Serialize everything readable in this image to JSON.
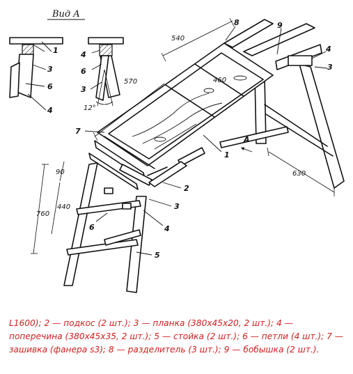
{
  "diagram": {
    "view_title": "Вид A",
    "view_arrow_label": "A",
    "dimensions": {
      "top_width": "540",
      "top_depth": "570",
      "base_spread": "630",
      "inner": "460",
      "h_top": "90",
      "h_mid": "440",
      "h_total": "760",
      "angle": "12°"
    },
    "callouts": {
      "v1": "1",
      "v3": "3",
      "v6": "6",
      "v4": "4",
      "v4b": "4",
      "v6b": "6",
      "v3b": "3",
      "m8": "8",
      "m9": "9",
      "m4": "4",
      "m3": "3",
      "m7": "7",
      "m1": "1",
      "m2": "2",
      "m3b": "3",
      "m4b": "4",
      "m6": "6",
      "m5": "5"
    }
  },
  "caption": {
    "text": "L1600); 2 — подкос (2 шт.); 3 — планка (380x45x20, 2 шт.); 4 — поперечина (380x45x35, 2 шт.); 5 — стойка (2 шт.); 6   — петли (4 шт.); 7 —зашивка (фанера s3); 8 — разделитель (3 шт.); 9 — бобышка (2 шт.)."
  }
}
